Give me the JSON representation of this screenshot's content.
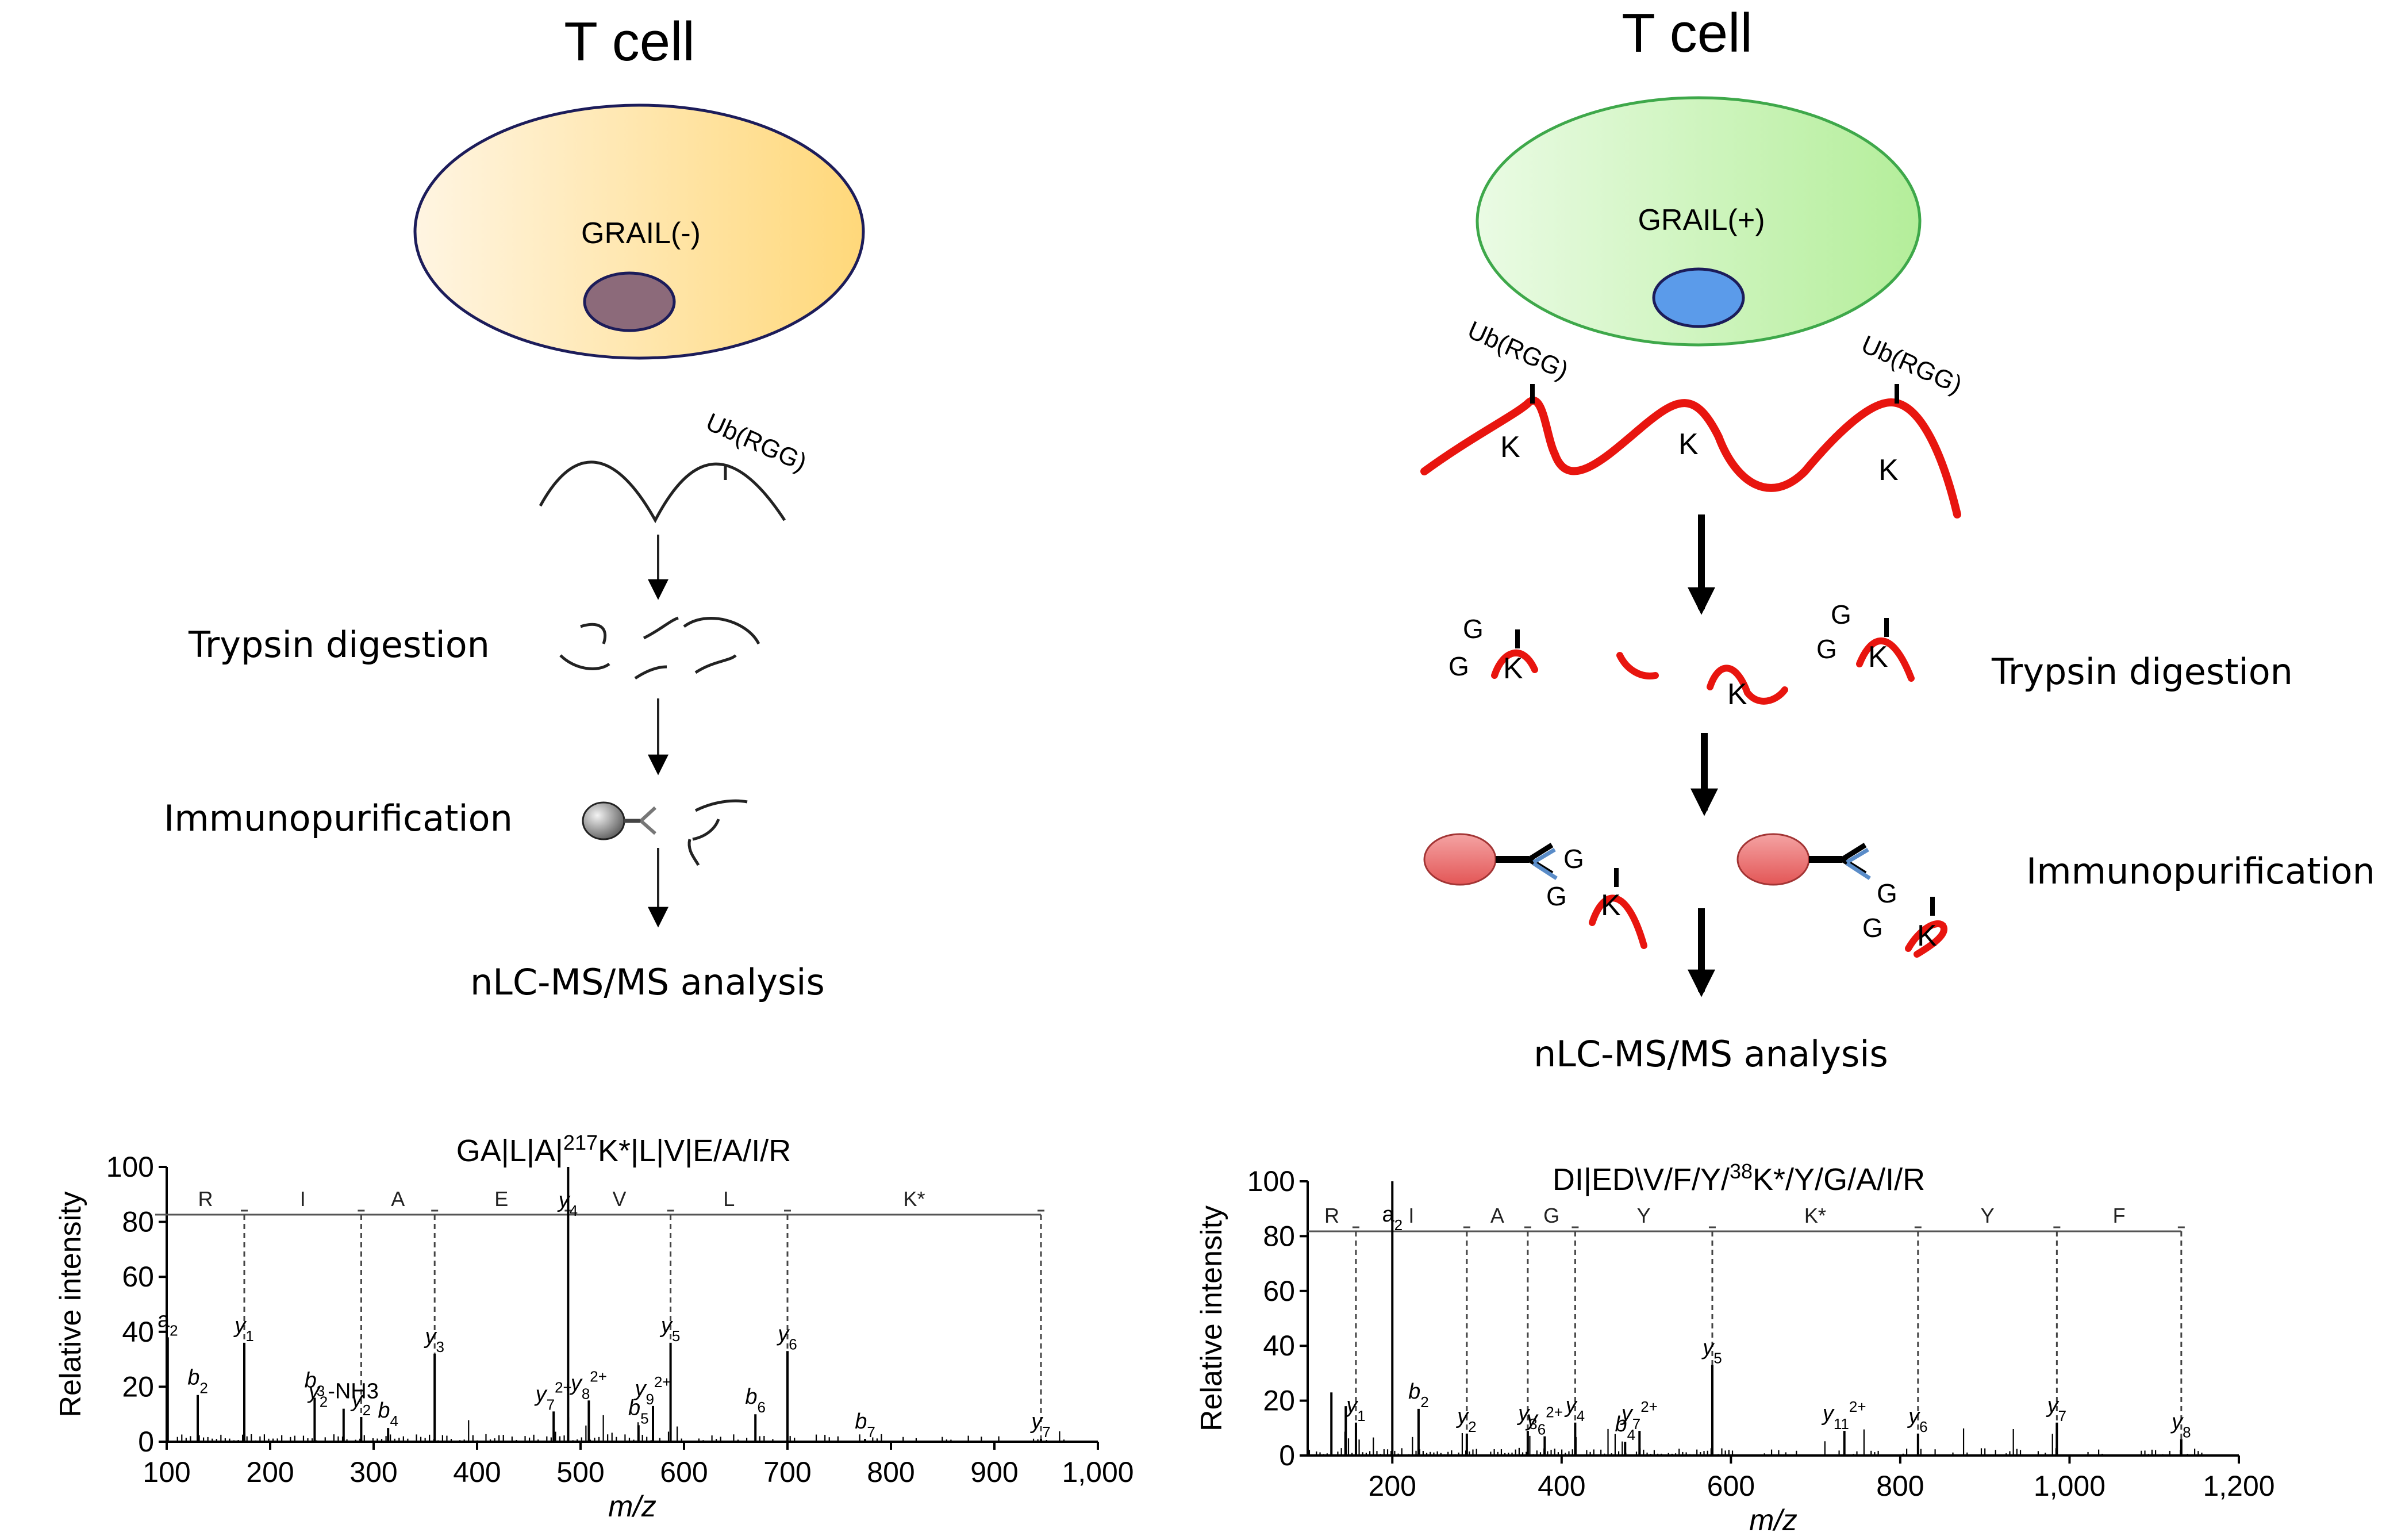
{
  "left_panel": {
    "title": "T cell",
    "cell_label": "GRAIL(-)",
    "ub_label": "Ub(RGG)",
    "step1": "Trypsin digestion",
    "step2": "Immunopurification",
    "step3": "nLC-MS/MS analysis"
  },
  "right_panel": {
    "title": "T cell",
    "cell_label": "GRAIL(+)",
    "ub_label": "Ub(RGG)",
    "lysine": "K",
    "glycine": "G",
    "step1": "Trypsin digestion",
    "step2": "Immunopurification",
    "step3": "nLC-MS/MS analysis"
  },
  "colors": {
    "grail_neg_fill_start": "#FFF3DC",
    "grail_neg_fill_end": "#FFD97A",
    "grail_neg_nucleus": "#8C6A7A",
    "grail_pos_fill_start": "#E8FAE2",
    "grail_pos_fill_end": "#B8EFA0",
    "grail_pos_border": "#3EA84A",
    "grail_pos_nucleus": "#5B9BEA",
    "protein_red": "#E8150F",
    "bead_red": "#E86464",
    "antibody_blue": "#5A8CC8"
  },
  "chart_data": [
    {
      "type": "bar",
      "title": "GA|L|A|217K*|L|V|E/A/I/R",
      "xlabel": "m/z",
      "ylabel": "Relative intensity",
      "xlim": [
        100,
        1000
      ],
      "ylim": [
        0,
        100
      ],
      "xticks": [
        "100",
        "200",
        "300",
        "400",
        "500",
        "600",
        "700",
        "800",
        "900",
        "1,000"
      ],
      "yticks": [
        "0",
        "20",
        "40",
        "60",
        "80",
        "100"
      ],
      "sequence_bar": [
        {
          "residue": "R",
          "from": 100,
          "to": 175
        },
        {
          "residue": "I",
          "from": 175,
          "to": 288
        },
        {
          "residue": "A",
          "from": 288,
          "to": 359
        },
        {
          "residue": "E",
          "from": 359,
          "to": 488
        },
        {
          "residue": "V",
          "from": 488,
          "to": 587
        },
        {
          "residue": "L",
          "from": 587,
          "to": 700
        },
        {
          "residue": "K*",
          "from": 700,
          "to": 945
        }
      ],
      "peaks": [
        {
          "mz": 101,
          "y": 38,
          "label": "a2"
        },
        {
          "mz": 130,
          "y": 17,
          "label": "b2"
        },
        {
          "mz": 175,
          "y": 36,
          "label": "y1"
        },
        {
          "mz": 243,
          "y": 16,
          "label": "b3"
        },
        {
          "mz": 271,
          "y": 12,
          "label": "y2-NH3"
        },
        {
          "mz": 288,
          "y": 9,
          "label": "y2"
        },
        {
          "mz": 314,
          "y": 5,
          "label": "b4"
        },
        {
          "mz": 359,
          "y": 32,
          "label": "y3"
        },
        {
          "mz": 474,
          "y": 11,
          "label": "y7 2+"
        },
        {
          "mz": 488,
          "y": 100,
          "label": "y4"
        },
        {
          "mz": 508,
          "y": 15,
          "label": "y8 2+"
        },
        {
          "mz": 556,
          "y": 6,
          "label": "b5"
        },
        {
          "mz": 570,
          "y": 13,
          "label": "y9 2+"
        },
        {
          "mz": 587,
          "y": 36,
          "label": "y5"
        },
        {
          "mz": 669,
          "y": 10,
          "label": "b6"
        },
        {
          "mz": 700,
          "y": 33,
          "label": "y6"
        },
        {
          "mz": 775,
          "y": 1,
          "label": "b7"
        },
        {
          "mz": 945,
          "y": 1,
          "label": "y7"
        }
      ],
      "minor_peaks_note": ""
    },
    {
      "type": "bar",
      "title": "DI|ED\\V/F/Y/38K*/Y/G/A/I/R",
      "xlabel": "m/z",
      "ylabel": "Relative intensity",
      "xlim": [
        100,
        1200
      ],
      "ylim": [
        0,
        100
      ],
      "xticks": [
        "200",
        "400",
        "600",
        "800",
        "1,000",
        "1,200"
      ],
      "yticks": [
        "0",
        "20",
        "40",
        "60",
        "80",
        "100"
      ],
      "sequence_bar": [
        {
          "residue": "R",
          "from": 100,
          "to": 157
        },
        {
          "residue": "I",
          "from": 157,
          "to": 288
        },
        {
          "residue": "A",
          "from": 288,
          "to": 360
        },
        {
          "residue": "G",
          "from": 360,
          "to": 416
        },
        {
          "residue": "Y",
          "from": 416,
          "to": 578
        },
        {
          "residue": "K*",
          "from": 578,
          "to": 821
        },
        {
          "residue": "Y",
          "from": 821,
          "to": 985
        },
        {
          "residue": "F",
          "from": 985,
          "to": 1132
        }
      ],
      "peaks": [
        {
          "mz": 128,
          "y": 23,
          "label": ""
        },
        {
          "mz": 145,
          "y": 18,
          "label": ""
        },
        {
          "mz": 157,
          "y": 12,
          "label": "y1"
        },
        {
          "mz": 200,
          "y": 100,
          "label": "a2"
        },
        {
          "mz": 231,
          "y": 17,
          "label": "b2"
        },
        {
          "mz": 288,
          "y": 8,
          "label": "y2"
        },
        {
          "mz": 360,
          "y": 9,
          "label": "y3"
        },
        {
          "mz": 380,
          "y": 7,
          "label": "y6 2+"
        },
        {
          "mz": 416,
          "y": 12,
          "label": "y4"
        },
        {
          "mz": 475,
          "y": 5,
          "label": "b4"
        },
        {
          "mz": 492,
          "y": 9,
          "label": "y7 2+"
        },
        {
          "mz": 578,
          "y": 33,
          "label": "y5"
        },
        {
          "mz": 734,
          "y": 9,
          "label": "y11 2+"
        },
        {
          "mz": 821,
          "y": 8,
          "label": "y6"
        },
        {
          "mz": 985,
          "y": 12,
          "label": "y7"
        },
        {
          "mz": 1132,
          "y": 6,
          "label": "y8"
        }
      ]
    }
  ]
}
